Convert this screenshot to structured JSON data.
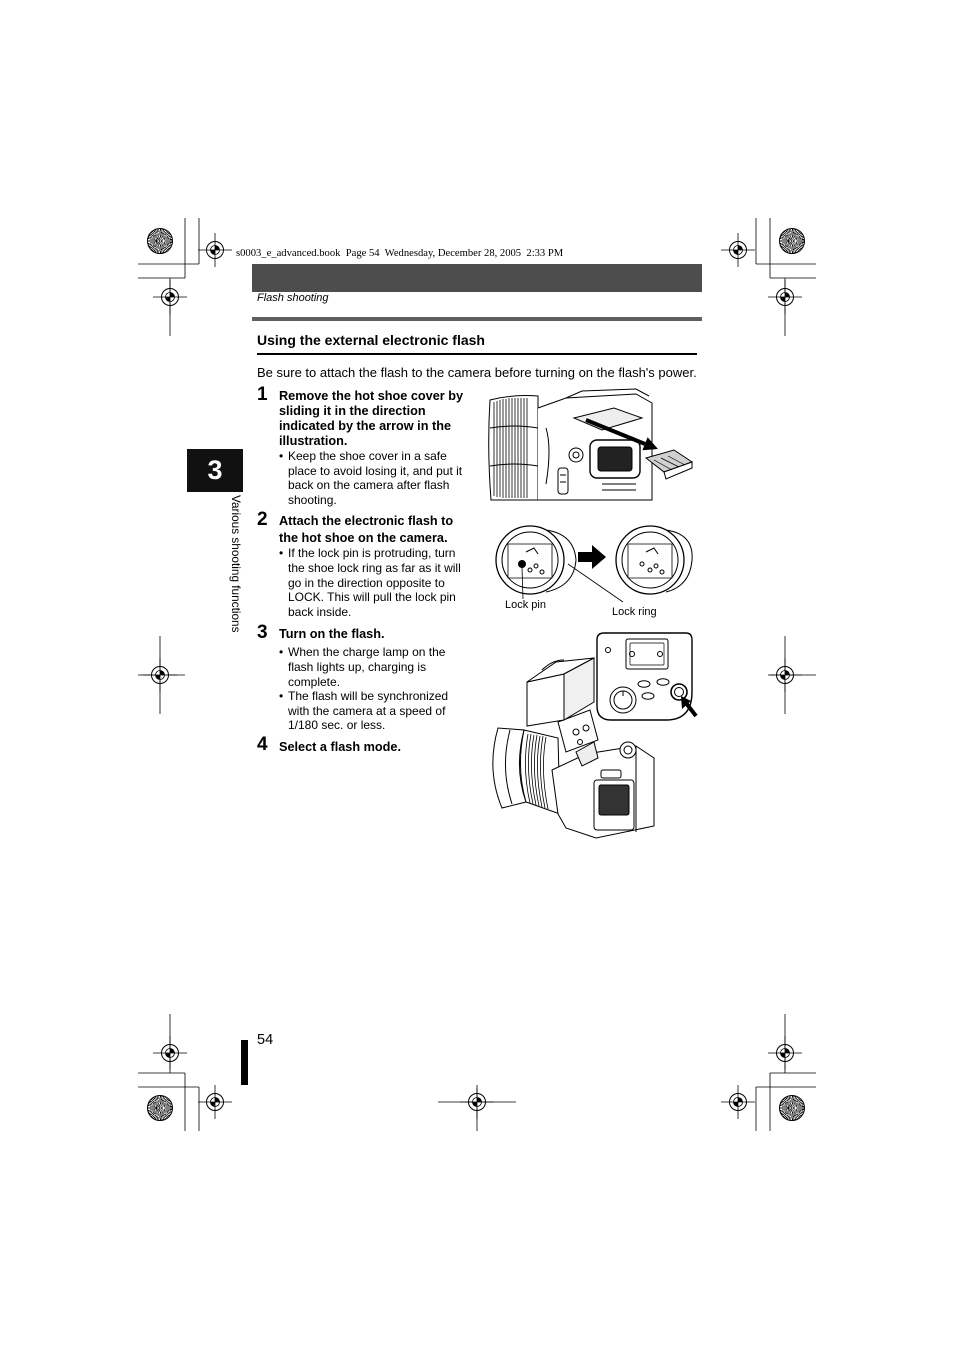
{
  "print_header": "s0003_e_advanced.book  Page 54  Wednesday, December 28, 2005  2:33 PM",
  "running_head": "Flash shooting",
  "section_title": "Using the external electronic flash",
  "intro": "Be sure to attach the flash to the camera before turning on the flash's power.",
  "bullet_symbol": "•",
  "steps": [
    {
      "number": "1",
      "instruction": [
        "Remove the hot shoe cover by",
        "sliding it in the direction",
        "indicated by the arrow in the",
        "illustration."
      ],
      "notes": [
        [
          "Keep the shoe cover in a safe",
          "place to avoid losing it, and put it",
          "back on the camera after flash",
          "shooting."
        ]
      ]
    },
    {
      "number": "2",
      "instruction": [
        "Attach the electronic flash to",
        "the hot shoe on the camera."
      ],
      "notes": [
        [
          "If the lock pin is protruding, turn",
          "the shoe lock ring as far as it will",
          "go in the direction opposite to",
          "LOCK. This will pull the lock pin",
          "back inside."
        ]
      ]
    },
    {
      "number": "3",
      "instruction": [
        "Turn on the flash."
      ],
      "notes": [
        [
          "When the charge lamp on the",
          "flash lights up, charging is",
          "complete."
        ],
        [
          "The flash will be synchronized",
          "with the camera at a speed of",
          "1/180 sec. or less."
        ]
      ]
    },
    {
      "number": "4",
      "instruction": [
        "Select a flash mode."
      ],
      "notes": []
    }
  ],
  "figure_labels": {
    "lock_pin": "Lock pin",
    "lock_ring": "Lock ring"
  },
  "chapter_tab": {
    "number": "3",
    "label": "Various shooting functions"
  },
  "page_number": "54",
  "colors": {
    "header_bar": "#4d4d4d",
    "rule": "#5f5f5f",
    "chapter_tab": "#111111",
    "ink": "#000000"
  }
}
